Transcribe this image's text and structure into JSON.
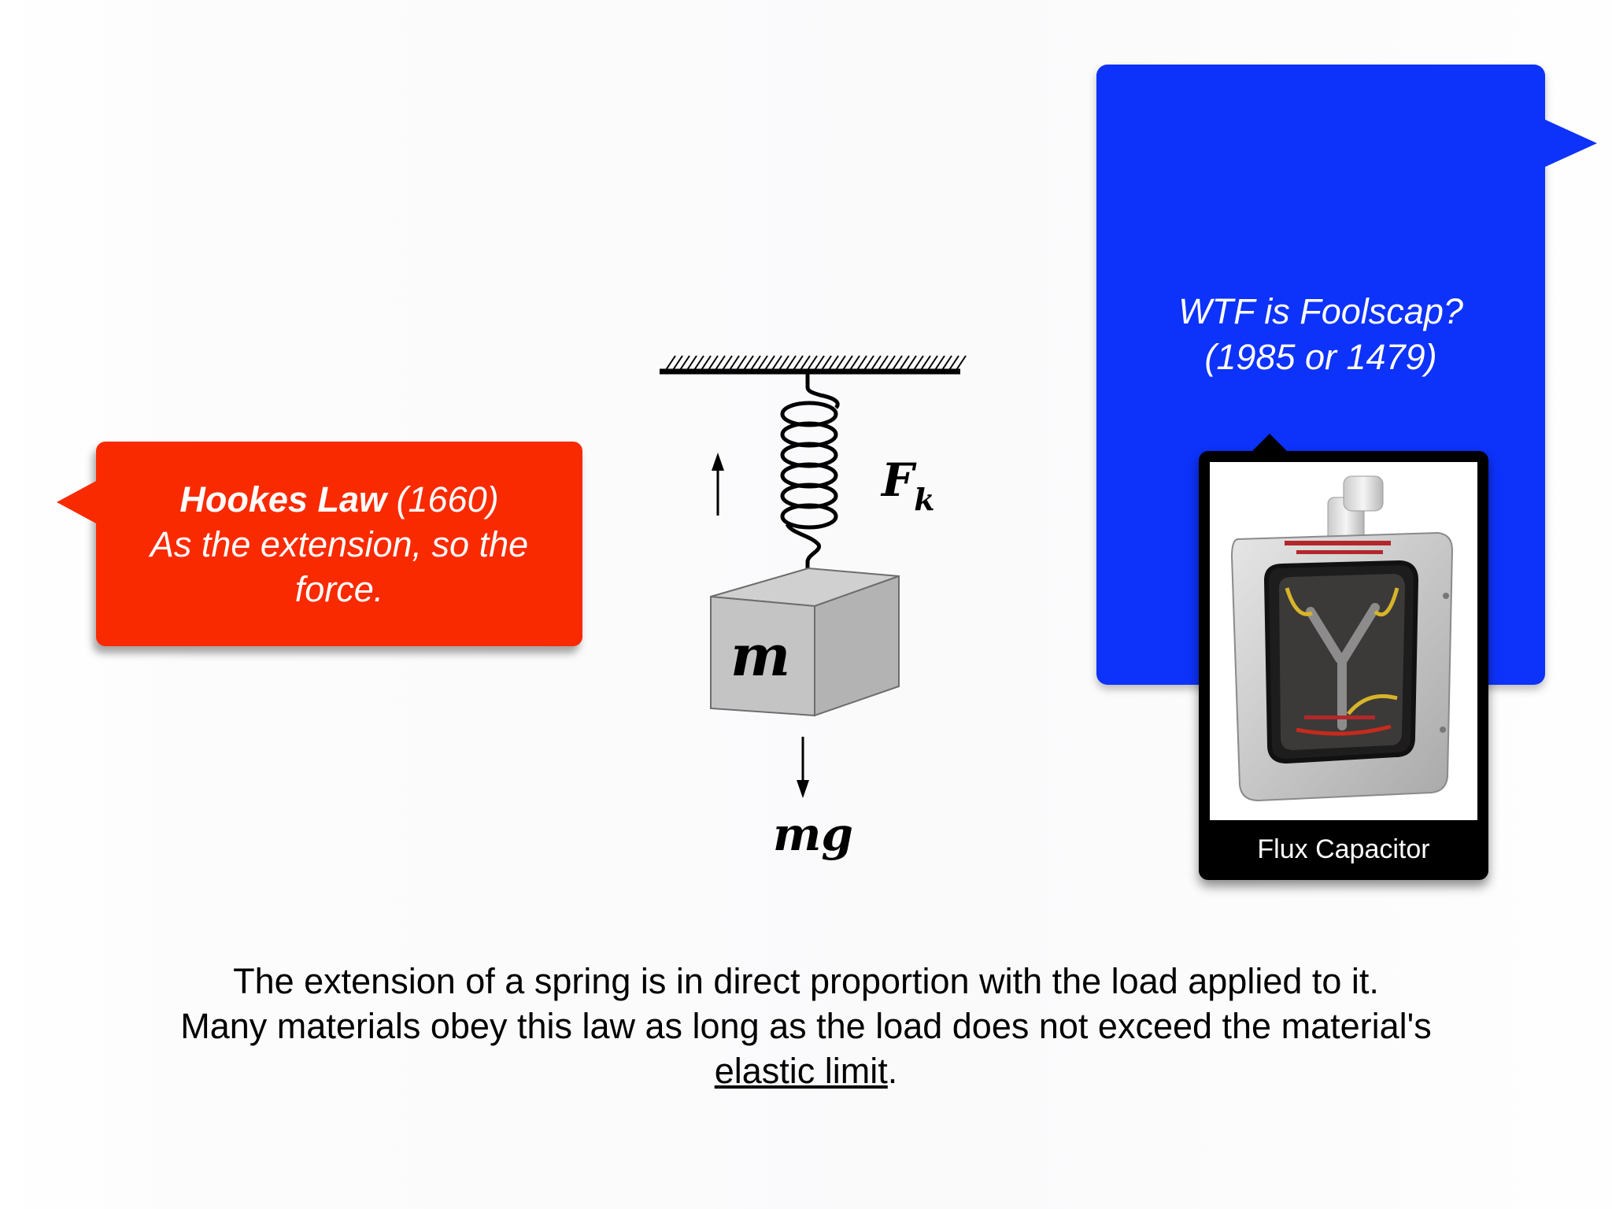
{
  "hookes_callout": {
    "title_bold": "Hookes Law",
    "title_year": "(1660)",
    "line2": "As the extension, so the",
    "line3": "force."
  },
  "foolscap_callout": {
    "line1": "WTF is Foolscap?",
    "line2": "(1985 or 1479)"
  },
  "photo": {
    "caption": "Flux Capacitor"
  },
  "diagram": {
    "force_label": "F",
    "force_subscript": "k",
    "mass_label": "m",
    "weight_label": "mg"
  },
  "body": {
    "line1": "The extension of a spring is in direct proportion with the load applied to it.",
    "line2": "Many materials obey this law as long as the load does not exceed the material's",
    "term": "elastic limit",
    "end": "."
  },
  "colors": {
    "red_callout": "#fa2a00",
    "blue_callout": "#0d32fa",
    "card": "#000000",
    "text": "#000000"
  }
}
